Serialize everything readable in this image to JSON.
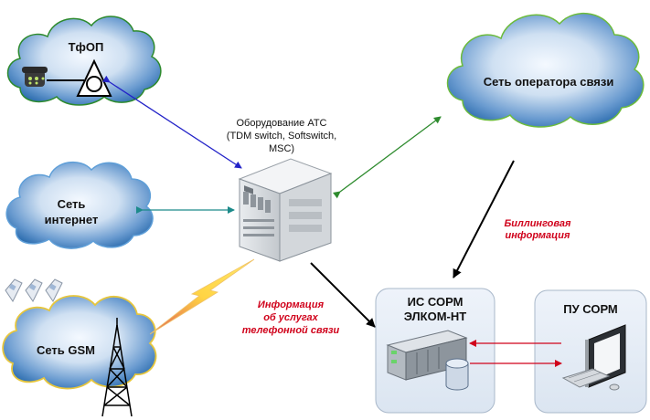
{
  "clouds": {
    "tfop": "ТфОП",
    "internet_line1": "Сеть",
    "internet_line2": "интернет",
    "gsm": "Сеть GSM",
    "operator": "Сеть оператора связи"
  },
  "equipment": {
    "line1": "Оборудование АТС",
    "line2": "(TDM switch, Softswitch,",
    "line3": "MSC)"
  },
  "labels": {
    "billing_line1": "Биллинговая",
    "billing_line2": "информация",
    "info_line1": "Информация",
    "info_line2": "об услугах",
    "info_line3": "телефонной связи"
  },
  "boxes": {
    "sorm_line1": "ИС СОРМ",
    "sorm_line2": "ЭЛКОМ-НТ",
    "pu_sorm": "ПУ СОРМ"
  },
  "colors": {
    "cloud_light": "#e7f1fb",
    "cloud_dark": "#2f6fb0",
    "tfop_outline": "#2d8a2d",
    "gsm_outline": "#e7c63c",
    "internet_outline": "#5f9fd8",
    "operator_outline": "#6cbb3c",
    "arrow_blue": "#2323c8",
    "arrow_teal": "#1c8a8a",
    "arrow_green": "#2e8b2e",
    "arrow_black": "#000000",
    "arrow_red": "#d0021b",
    "label_red": "#d0021b"
  }
}
